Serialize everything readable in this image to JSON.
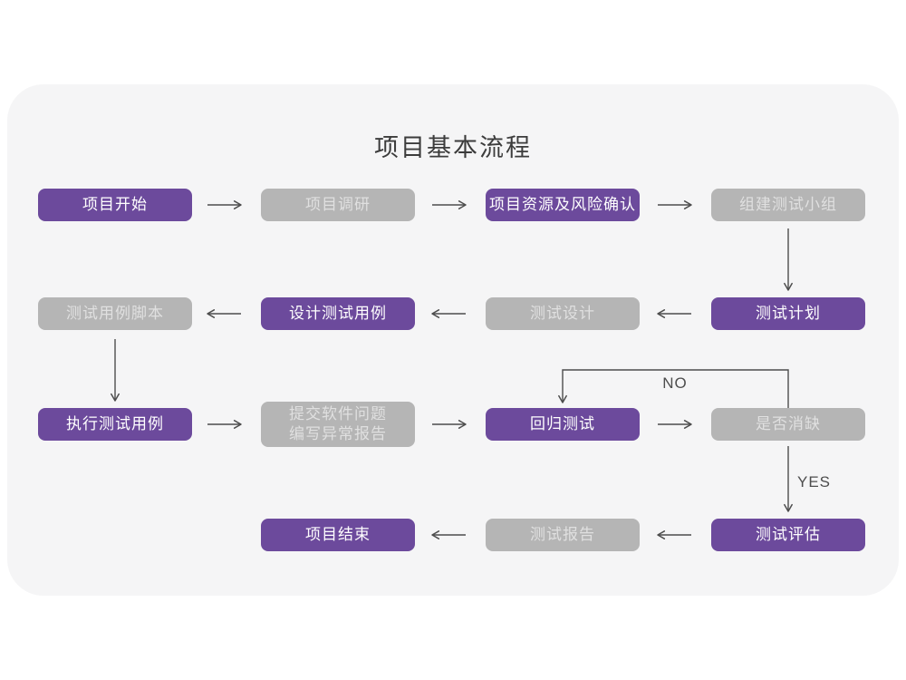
{
  "title": "项目基本流程",
  "colors": {
    "purple_box": "#6c4a9c",
    "gray_box": "#b5b5b5",
    "purple_box_text": "#ffffff",
    "gray_box_text": "#e0e0e0",
    "card_background": "#f5f5f6",
    "page_background": "#ffffff",
    "arrow": "#4d4d4d",
    "title_text": "#3c3c3c"
  },
  "diagram": {
    "nodes": [
      {
        "id": "project-start",
        "label": "项目开始",
        "variant": "purple"
      },
      {
        "id": "project-research",
        "label": "项目调研",
        "variant": "gray"
      },
      {
        "id": "resource-risk",
        "label": "项目资源及风险确认",
        "variant": "purple"
      },
      {
        "id": "build-test-team",
        "label": "组建测试小组",
        "variant": "gray"
      },
      {
        "id": "test-plan",
        "label": "测试计划",
        "variant": "purple"
      },
      {
        "id": "test-design",
        "label": "测试设计",
        "variant": "gray"
      },
      {
        "id": "design-test-cases",
        "label": "设计测试用例",
        "variant": "purple"
      },
      {
        "id": "test-case-script",
        "label": "测试用例脚本",
        "variant": "gray"
      },
      {
        "id": "run-test-cases",
        "label": "执行测试用例",
        "variant": "purple"
      },
      {
        "id": "submit-issues",
        "label": "提交软件问题\n编写异常报告",
        "variant": "gray"
      },
      {
        "id": "regression-test",
        "label": "回归测试",
        "variant": "purple"
      },
      {
        "id": "defect-cleared",
        "label": "是否消缺",
        "variant": "gray"
      },
      {
        "id": "test-evaluation",
        "label": "测试评估",
        "variant": "purple"
      },
      {
        "id": "test-report",
        "label": "测试报告",
        "variant": "gray"
      },
      {
        "id": "project-end",
        "label": "项目结束",
        "variant": "purple"
      }
    ],
    "branch_labels": {
      "no": "NO",
      "yes": "YES"
    },
    "edges": [
      {
        "from": "项目开始",
        "to": "项目调研"
      },
      {
        "from": "项目调研",
        "to": "项目资源及风险确认"
      },
      {
        "from": "项目资源及风险确认",
        "to": "组建测试小组"
      },
      {
        "from": "组建测试小组",
        "to": "测试计划"
      },
      {
        "from": "测试计划",
        "to": "测试设计"
      },
      {
        "from": "测试设计",
        "to": "设计测试用例"
      },
      {
        "from": "设计测试用例",
        "to": "测试用例脚本"
      },
      {
        "from": "测试用例脚本",
        "to": "执行测试用例"
      },
      {
        "from": "执行测试用例",
        "to": "提交软件问题 编写异常报告"
      },
      {
        "from": "提交软件问题 编写异常报告",
        "to": "回归测试"
      },
      {
        "from": "回归测试",
        "to": "是否消缺"
      },
      {
        "from": "是否消缺",
        "to": "回归测试",
        "label": "NO"
      },
      {
        "from": "是否消缺",
        "to": "测试评估",
        "label": "YES"
      },
      {
        "from": "测试评估",
        "to": "测试报告"
      },
      {
        "from": "测试报告",
        "to": "项目结束"
      }
    ]
  }
}
